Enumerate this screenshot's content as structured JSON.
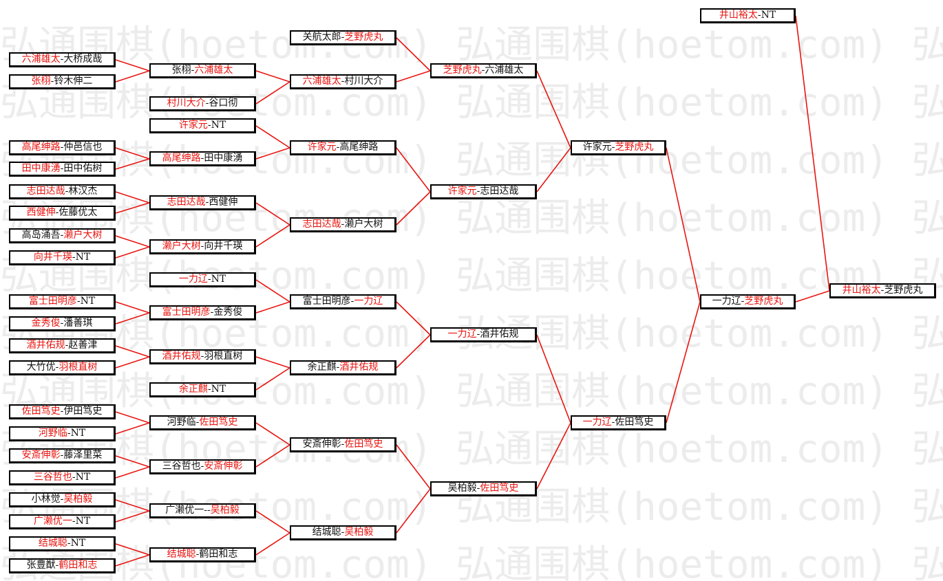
{
  "watermark": "弘通围棋(hoetom.com) 弘通围棋(hoetom.com) 弘",
  "colors": {
    "winner": "#e8140f",
    "other": "#111111",
    "line": "#e8140f",
    "border": "#000000"
  },
  "matches": [
    {
      "id": "r1_1",
      "a": "六浦雄太",
      "b": "大桥成哉",
      "w": "a"
    },
    {
      "id": "r1_2",
      "a": "张栩",
      "b": "铃木伸二",
      "w": "a"
    },
    {
      "id": "r1_3",
      "a": "高尾绅路",
      "b": "仲邑信也",
      "w": "a"
    },
    {
      "id": "r1_4",
      "a": "田中康湧",
      "b": "田中佑树",
      "w": "a"
    },
    {
      "id": "r1_5",
      "a": "志田达哉",
      "b": "林汉杰",
      "w": "a"
    },
    {
      "id": "r1_6",
      "a": "西健伸",
      "b": "佐藤优太",
      "w": "a"
    },
    {
      "id": "r1_7",
      "a": "高岛涌吾",
      "b": "濑户大树",
      "w": "b"
    },
    {
      "id": "r1_8",
      "a": "向井千瑛",
      "b": "NT",
      "w": "a"
    },
    {
      "id": "r1_9",
      "a": "富士田明彦",
      "b": "NT",
      "w": "a"
    },
    {
      "id": "r1_10",
      "a": "金秀俊",
      "b": "潘善琪",
      "w": "a"
    },
    {
      "id": "r1_11",
      "a": "酒井佑规",
      "b": "赵善津",
      "w": "a"
    },
    {
      "id": "r1_12",
      "a": "大竹优",
      "b": "羽根直树",
      "w": "b"
    },
    {
      "id": "r1_13",
      "a": "佐田笃史",
      "b": "伊田笃史",
      "w": "a"
    },
    {
      "id": "r1_14",
      "a": "河野临",
      "b": "NT",
      "w": "a"
    },
    {
      "id": "r1_15",
      "a": "安斎伸彰",
      "b": "藤泽里菜",
      "w": "a"
    },
    {
      "id": "r1_16",
      "a": "三谷哲也",
      "b": "NT",
      "w": "a"
    },
    {
      "id": "r1_17",
      "a": "小林觉",
      "b": "吴柏毅",
      "w": "b"
    },
    {
      "id": "r1_18",
      "a": "广濑优一",
      "b": "NT",
      "w": "a"
    },
    {
      "id": "r1_19",
      "a": "结城聪",
      "b": "NT",
      "w": "a"
    },
    {
      "id": "r1_20",
      "a": "张豊猷",
      "b": "鹤田和志",
      "w": "b"
    },
    {
      "id": "r2_1",
      "a": "张栩",
      "b": "六浦雄太",
      "w": "b"
    },
    {
      "id": "r2_2",
      "a": "村川大介",
      "b": "谷口彻",
      "w": "a"
    },
    {
      "id": "r2_3",
      "a": "许家元",
      "b": "NT",
      "w": "a"
    },
    {
      "id": "r2_4",
      "a": "高尾绅路",
      "b": "田中康湧",
      "w": "a"
    },
    {
      "id": "r2_5",
      "a": "志田达哉",
      "b": "西健伸",
      "w": "a"
    },
    {
      "id": "r2_6",
      "a": "濑户大树",
      "b": "向井千瑛",
      "w": "a"
    },
    {
      "id": "r2_7",
      "a": "一力辽",
      "b": "NT",
      "w": "a"
    },
    {
      "id": "r2_8",
      "a": "富士田明彦",
      "b": "金秀俊",
      "w": "a"
    },
    {
      "id": "r2_9",
      "a": "酒井佑规",
      "b": "羽根直树",
      "w": "a"
    },
    {
      "id": "r2_10",
      "a": "余正麒",
      "b": "NT",
      "w": "a"
    },
    {
      "id": "r2_11",
      "a": "河野临",
      "b": "佐田笃史",
      "w": "b"
    },
    {
      "id": "r2_12",
      "a": "三谷哲也",
      "b": "安斎伸彰",
      "w": "b"
    },
    {
      "id": "r2_13",
      "a": "广濑优一",
      "b": "吴柏毅",
      "w": "b",
      "sep": "--"
    },
    {
      "id": "r2_14",
      "a": "结城聪",
      "b": "鹤田和志",
      "w": "a"
    },
    {
      "id": "r3_1",
      "a": "关航太郎",
      "b": "芝野虎丸",
      "w": "b"
    },
    {
      "id": "r3_2",
      "a": "六浦雄太",
      "b": "村川大介",
      "w": "a"
    },
    {
      "id": "r3_3",
      "a": "许家元",
      "b": "高尾绅路",
      "w": "a"
    },
    {
      "id": "r3_4",
      "a": "志田达哉",
      "b": "濑户大树",
      "w": "a"
    },
    {
      "id": "r3_5",
      "a": "富士田明彦",
      "b": "一力辽",
      "w": "b"
    },
    {
      "id": "r3_6",
      "a": "余正麒",
      "b": "酒井佑规",
      "w": "b"
    },
    {
      "id": "r3_7",
      "a": "安斎伸彰",
      "b": "佐田笃史",
      "w": "b"
    },
    {
      "id": "r3_8",
      "a": "结城聪",
      "b": "吴柏毅",
      "w": "b"
    },
    {
      "id": "r4_1",
      "a": "芝野虎丸",
      "b": "六浦雄太",
      "w": "a"
    },
    {
      "id": "r4_2",
      "a": "许家元",
      "b": "志田达哉",
      "w": "a"
    },
    {
      "id": "r4_3",
      "a": "一力辽",
      "b": "酒井佑规",
      "w": "a"
    },
    {
      "id": "r4_4",
      "a": "吴柏毅",
      "b": "佐田笃史",
      "w": "b"
    },
    {
      "id": "r5_1",
      "a": "许家元",
      "b": "芝野虎丸",
      "w": "b"
    },
    {
      "id": "r5_2",
      "a": "一力辽",
      "b": "佐田笃史",
      "w": "a"
    },
    {
      "id": "r6_1",
      "a": "一力辽",
      "b": "芝野虎丸",
      "w": "b"
    },
    {
      "id": "seed",
      "a": "井山裕太",
      "b": "NT",
      "w": "a"
    },
    {
      "id": "final",
      "a": "井山裕太",
      "b": "芝野虎丸",
      "w": "a"
    }
  ]
}
